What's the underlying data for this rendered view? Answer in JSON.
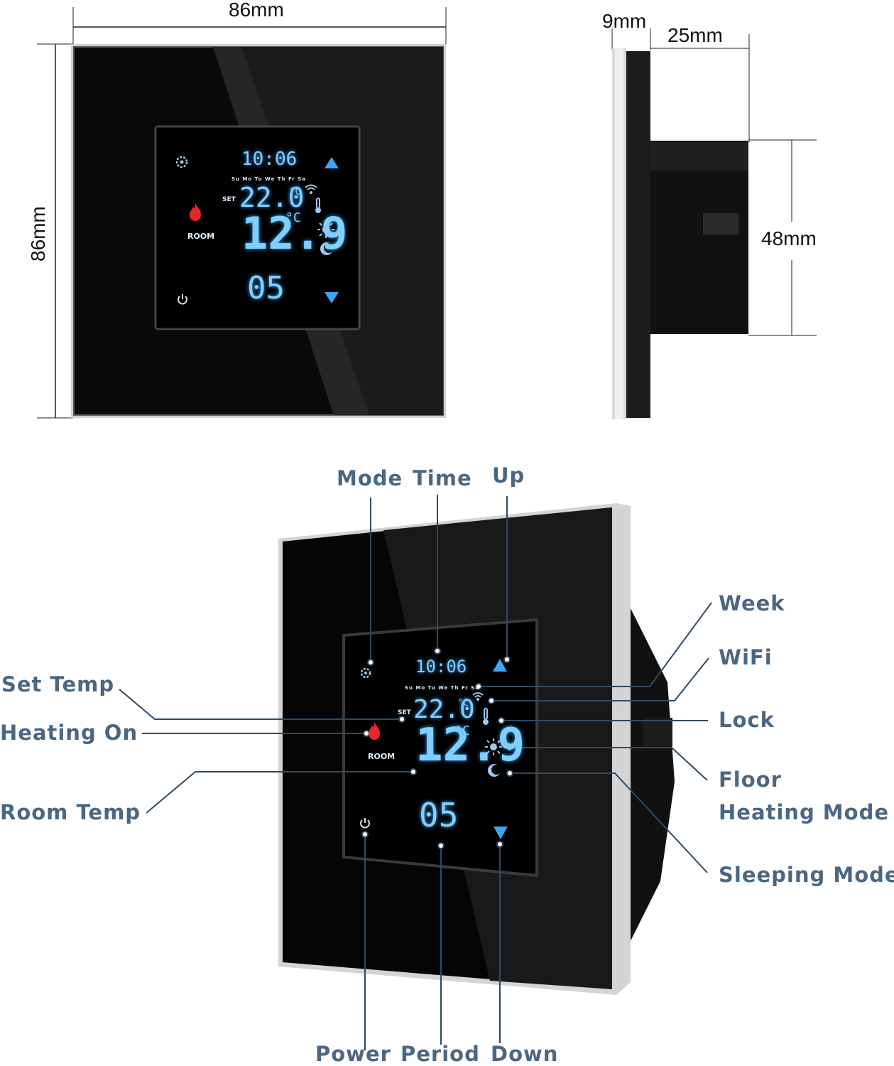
{
  "dimensions": {
    "front_width": "86mm",
    "front_height": "86mm",
    "side_glass": "9mm",
    "side_depth": "25mm",
    "box_height": "48mm"
  },
  "display": {
    "time": "10:06",
    "week": "Su Mo Tu We Th Fr Sa",
    "set_label": "SET",
    "set_temp": "22.0",
    "set_unit": "°C",
    "room_temp": "12.9",
    "room_unit": "°C",
    "room_label": "ROOM",
    "period": "05"
  },
  "callouts": {
    "mode": "Mode",
    "time": "Time",
    "up": "Up",
    "week": "Week",
    "wifi": "WiFi",
    "set_temp": "Set Temp",
    "lock": "Lock",
    "heating_on": "Heating On",
    "floor": "Floor",
    "heating_mode": "Heating Mode",
    "room_temp": "Room Temp",
    "sleeping_mode": "Sleeping Mode",
    "power": "Power",
    "period": "Period",
    "down": "Down"
  },
  "colors": {
    "callout_text": "#4a6782",
    "lcd_blue": "#7fd0ff",
    "flame_red": "#e8262a",
    "glass_black": "#050505"
  },
  "icons": [
    "gear-icon",
    "up-arrow-icon",
    "down-arrow-icon",
    "flame-icon",
    "power-icon",
    "wifi-icon",
    "thermometer-lock-icon",
    "sun-icon",
    "moon-icon"
  ]
}
